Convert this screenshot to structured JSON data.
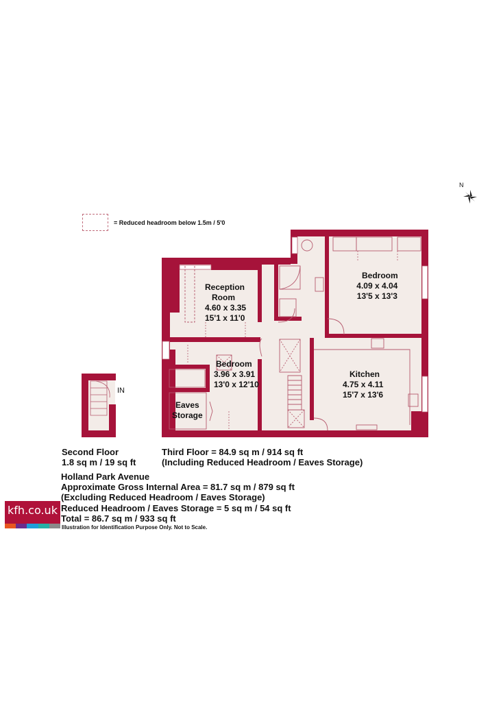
{
  "legend": {
    "text": "= Reduced headroom below 1.5m / 5'0"
  },
  "compass": {
    "label": "N"
  },
  "rooms": {
    "reception": {
      "name_line1": "Reception",
      "name_line2": "Room",
      "metric": "4.60 x 3.35",
      "imperial": "15'1 x 11'0"
    },
    "bedroom1": {
      "name": "Bedroom",
      "metric": "4.09 x 4.04",
      "imperial": "13'5 x 13'3"
    },
    "bedroom2": {
      "name": "Bedroom",
      "metric": "3.96 x 3.91",
      "imperial": "13'0 x 12'10"
    },
    "kitchen": {
      "name": "Kitchen",
      "metric": "4.75 x 4.11",
      "imperial": "15'7 x 13'6"
    },
    "eaves": {
      "name_line1": "Eaves",
      "name_line2": "Storage"
    }
  },
  "entrance": {
    "label": "IN"
  },
  "second_floor": {
    "title": "Second Floor",
    "area": "1.8 sq m / 19 sq ft"
  },
  "third_floor": {
    "area": "Third Floor = 84.9 sq m / 914 sq ft",
    "note": "(Including Reduced Headroom / Eaves Storage)"
  },
  "summary": {
    "address": "Holland Park Avenue",
    "gross_area": "Approximate Gross Internal Area = 81.7 sq m / 879 sq ft",
    "excluding": "(Excluding Reduced Headroom / Eaves Storage)",
    "reduced": "Reduced Headroom / Eaves Storage = 5 sq m / 54 sq ft",
    "total": "Total = 86.7 sq m / 933 sq ft",
    "disclaimer": "Illustration for Identification Purpose Only. Not to Scale."
  },
  "logo": {
    "text": "kfh.co.uk",
    "strip_colors": [
      "#e8561f",
      "#6a2c8c",
      "#1f9ed8",
      "#27b0a6",
      "#8a8a8a"
    ]
  },
  "colors": {
    "wall": "#a6133a",
    "floor": "#f3ece8",
    "line": "#b65a6e"
  }
}
